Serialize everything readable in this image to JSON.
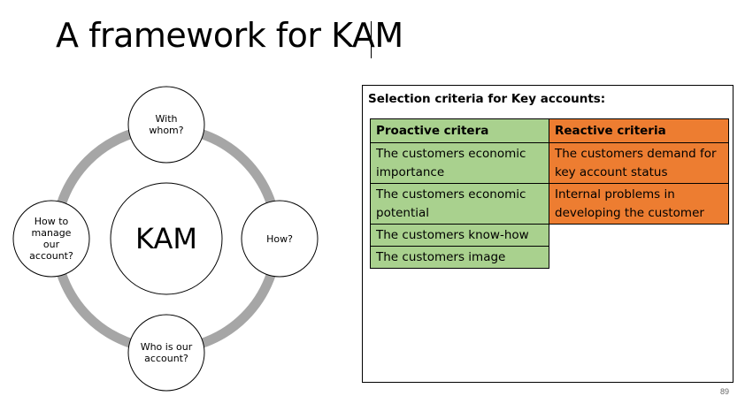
{
  "title": "A framework for KAM",
  "colors": {
    "ring": "#a6a6a6",
    "proactive": "#a9d18e",
    "reactive": "#ed7d31"
  },
  "diagram": {
    "center": "KAM",
    "nodes": {
      "top": [
        "With",
        "whom?"
      ],
      "right": [
        "How?"
      ],
      "bottom": [
        "Who is our",
        "account?"
      ],
      "left": [
        "How to",
        "manage",
        "our",
        "account?"
      ]
    }
  },
  "panel": {
    "heading": "Selection criteria for Key accounts:",
    "headers": [
      "Proactive critera",
      "Reactive criteria"
    ],
    "rows": [
      [
        "The customers economic importance",
        "The customers demand for key account status"
      ],
      [
        "The customers economic potential",
        "Internal problems in developing the customer"
      ],
      [
        "The customers know-how",
        ""
      ],
      [
        "The customers image",
        ""
      ]
    ]
  },
  "page_number": "89"
}
